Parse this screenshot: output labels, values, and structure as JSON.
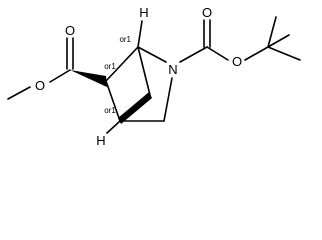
{
  "molecule": {
    "atoms": {
      "ester_o_single": "O",
      "ester_o_double": "O",
      "boc_o_double": "O",
      "boc_o_single": "O",
      "nitrogen": "N",
      "h_top": "H",
      "h_bottom": "H"
    },
    "stereo_labels": {
      "c1": "or1",
      "c5": "or1",
      "c4": "or1"
    }
  }
}
